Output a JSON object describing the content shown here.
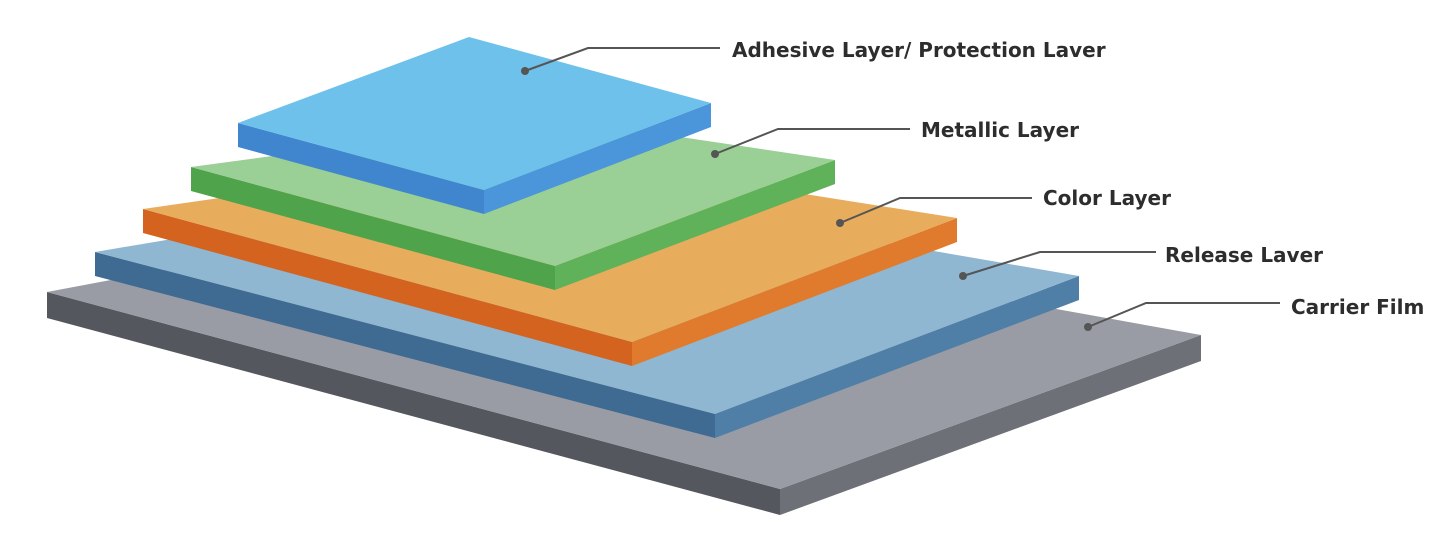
{
  "layers": [
    {
      "id": "carrier-film",
      "label": "Carrier Film",
      "colors": {
        "top": "#9a9ca5",
        "left": "#55575e",
        "right": "#6e7078"
      }
    },
    {
      "id": "release-layer",
      "label": "Release Laver",
      "colors": {
        "top": "#8fb7d2",
        "left": "#3f6a91",
        "right": "#4f7fa6"
      }
    },
    {
      "id": "color-layer",
      "label": "Color Layer",
      "colors": {
        "top": "#e8ad5c",
        "left": "#d46320",
        "right": "#e07a2c"
      }
    },
    {
      "id": "metallic-layer",
      "label": "Metallic Layer",
      "colors": {
        "top": "#9acf95",
        "left": "#4fa34b",
        "right": "#5fb25a"
      }
    },
    {
      "id": "adhesive-layer",
      "label": "Adhesive Layer/ Protection Laver",
      "colors": {
        "top": "#6ec1eb",
        "left": "#3f86cf",
        "right": "#4b95da"
      }
    }
  ],
  "style": {
    "label_color": "#2d2d2d",
    "leader_color": "#555555",
    "background": "#ffffff"
  }
}
